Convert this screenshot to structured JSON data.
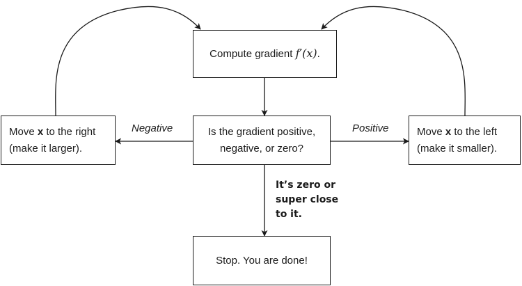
{
  "nodes": {
    "compute": {
      "text_prefix": "Compute gradient ",
      "formula": "f′(x)",
      "text_suffix": "."
    },
    "question": {
      "line1": "Is the gradient positive,",
      "line2": "negative, or zero?"
    },
    "move_right": {
      "line1_prefix": "Move ",
      "line1_var": "x",
      "line1_suffix": " to the right",
      "line2": "(make it larger)."
    },
    "move_left": {
      "line1_prefix": "Move ",
      "line1_var": "x",
      "line1_suffix": " to the left",
      "line2": "(make it smaller)."
    },
    "stop": {
      "text": "Stop. You are done!"
    }
  },
  "edges": {
    "negative_label": "Negative",
    "positive_label": "Positive",
    "zero_label_lines": [
      "It’s zero or",
      "super close",
      "to it."
    ]
  },
  "colors": {
    "stroke": "#1a1a1a",
    "background": "#ffffff"
  }
}
